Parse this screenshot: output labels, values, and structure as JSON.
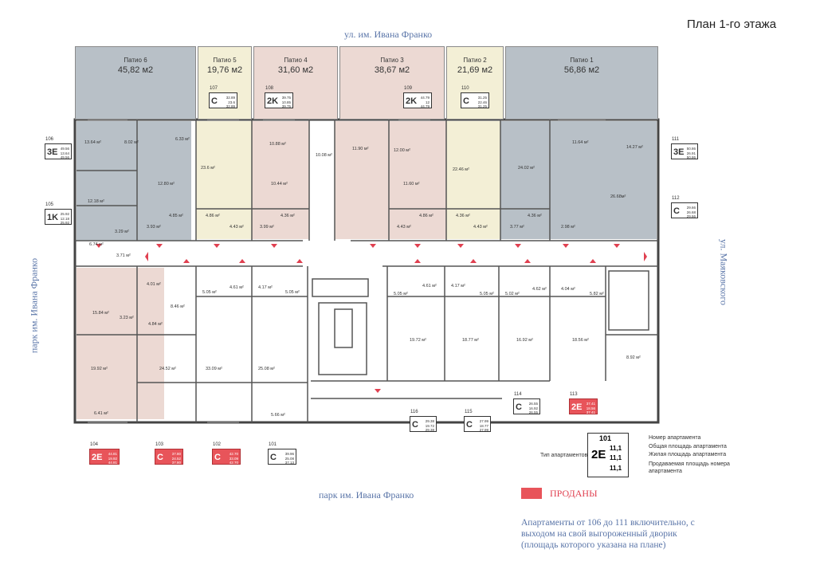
{
  "title": "План 1-го этажа",
  "streets": {
    "top": "ул. им. Ивана Франко",
    "bottom": "парк им. Ивана Франко",
    "left": "парк им. Ивана Франко",
    "right": "ул. Маяковского"
  },
  "patios": [
    {
      "name": "Патио 6",
      "area": "45,82 м2"
    },
    {
      "name": "Патио 5",
      "area": "19,76 м2"
    },
    {
      "name": "Патио 4",
      "area": "31,60 м2"
    },
    {
      "name": "Патио 3",
      "area": "38,67 м2"
    },
    {
      "name": "Патио 2",
      "area": "21,69 м2"
    },
    {
      "name": "Патио 1",
      "area": "56,86 м2"
    }
  ],
  "apartments": [
    {
      "no": "107",
      "type": "C",
      "vals": [
        "32.89",
        "23.6",
        "32.89"
      ],
      "sold": false
    },
    {
      "no": "108",
      "type": "2K",
      "vals": [
        "39.75",
        "10.85",
        "39.75"
      ],
      "sold": false
    },
    {
      "no": "109",
      "type": "2K",
      "vals": [
        "44.79",
        "12",
        "44.79"
      ],
      "sold": false
    },
    {
      "no": "110",
      "type": "C",
      "vals": [
        "31.25",
        "22.46",
        "31.25"
      ],
      "sold": false
    },
    {
      "no": "106",
      "type": "3E",
      "vals": [
        "49.56",
        "13.64",
        "49.56"
      ],
      "sold": false
    },
    {
      "no": "105",
      "type": "1K",
      "vals": [
        "25.92",
        "12.18",
        "25.92"
      ],
      "sold": false
    },
    {
      "no": "111",
      "type": "3E",
      "vals": [
        "50.86",
        "26.91",
        "50.86"
      ],
      "sold": false
    },
    {
      "no": "112",
      "type": "C",
      "vals": [
        "29.66",
        "26.68",
        "29.66"
      ],
      "sold": false
    },
    {
      "no": "104",
      "type": "2E",
      "vals": [
        "44.81",
        "19.92",
        "44.81"
      ],
      "sold": true
    },
    {
      "no": "103",
      "type": "C",
      "vals": [
        "37.80",
        "24.52",
        "37.80"
      ],
      "sold": true
    },
    {
      "no": "102",
      "type": "C",
      "vals": [
        "42.70",
        "33.09",
        "42.70"
      ],
      "sold": true
    },
    {
      "no": "101",
      "type": "C",
      "vals": [
        "39.96",
        "25.08",
        "37.13"
      ],
      "sold": false
    },
    {
      "no": "116",
      "type": "C",
      "vals": [
        "29.38",
        "19.72",
        "29.38"
      ],
      "sold": false
    },
    {
      "no": "115",
      "type": "C",
      "vals": [
        "27.99",
        "18.77",
        "27.99"
      ],
      "sold": false
    },
    {
      "no": "114",
      "type": "C",
      "vals": [
        "26.55",
        "16.92",
        "26.55"
      ],
      "sold": false
    },
    {
      "no": "113",
      "type": "2E",
      "vals": [
        "37.41",
        "18.56",
        "37.41"
      ],
      "sold": true
    }
  ],
  "rooms": [
    "13.64 м²",
    "8.02 м²",
    "6.33 м²",
    "12.80 м²",
    "10.88 м²",
    "10.08 м²",
    "11.90 м²",
    "12.00 м²",
    "11.64 м²",
    "14.27 м²",
    "23.6 м²",
    "10.44 м²",
    "11.60 м²",
    "22.46 м²",
    "24.02 м²",
    "26.68м²",
    "12.18 м²",
    "4.85 м²",
    "3.93 м²",
    "3.29 м²",
    "6.74 м²",
    "3.71 м²",
    "4.86 м²",
    "4.43 м²",
    "3.99 м²",
    "4.36 м²",
    "4.86 м²",
    "4.43 м²",
    "4.36 м²",
    "4.43 м²",
    "4.36 м²",
    "3.77 м²",
    "2.98 м²",
    "4.01 м²",
    "15.84 м²",
    "3.23 м²",
    "8.46 м²",
    "4.84 м²",
    "5.05 м²",
    "4.61 м²",
    "4.17 м²",
    "5.05 м²",
    "19.92 м²",
    "24.52 м²",
    "33.09 м²",
    "25.08 м²",
    "6.41 м²",
    "5.66 м²",
    "5.05 м²",
    "4.61 м²",
    "4.17 м²",
    "5.05 м²",
    "5.02 м²",
    "4.62 м²",
    "4.04 м²",
    "5.82 м²",
    "19.72 м²",
    "18.77 м²",
    "16.92 м²",
    "18.56 м²",
    "8.92 м²"
  ],
  "legend": {
    "sample_no": "101",
    "sample_type": "2E",
    "sample_val": "11,1",
    "type_label": "Тип апартаментов",
    "lines": [
      "Номер апартамента",
      "Общая площадь апартамента",
      "Жилая площадь апартамента",
      "Продаваемая площадь номера апартамента"
    ]
  },
  "sold_label": "ПРОДАНЫ",
  "note": "Апартаменты от 106 до 111 включительно, с выходом на свой выгороженный дворик (площадь которого указана на плане)",
  "colors": {
    "sold": "#e8545a",
    "patio_gray": "#b8c0c7",
    "patio_cream": "#f3efd6",
    "patio_pink": "#ecd9d3",
    "street": "#5a75a8"
  }
}
